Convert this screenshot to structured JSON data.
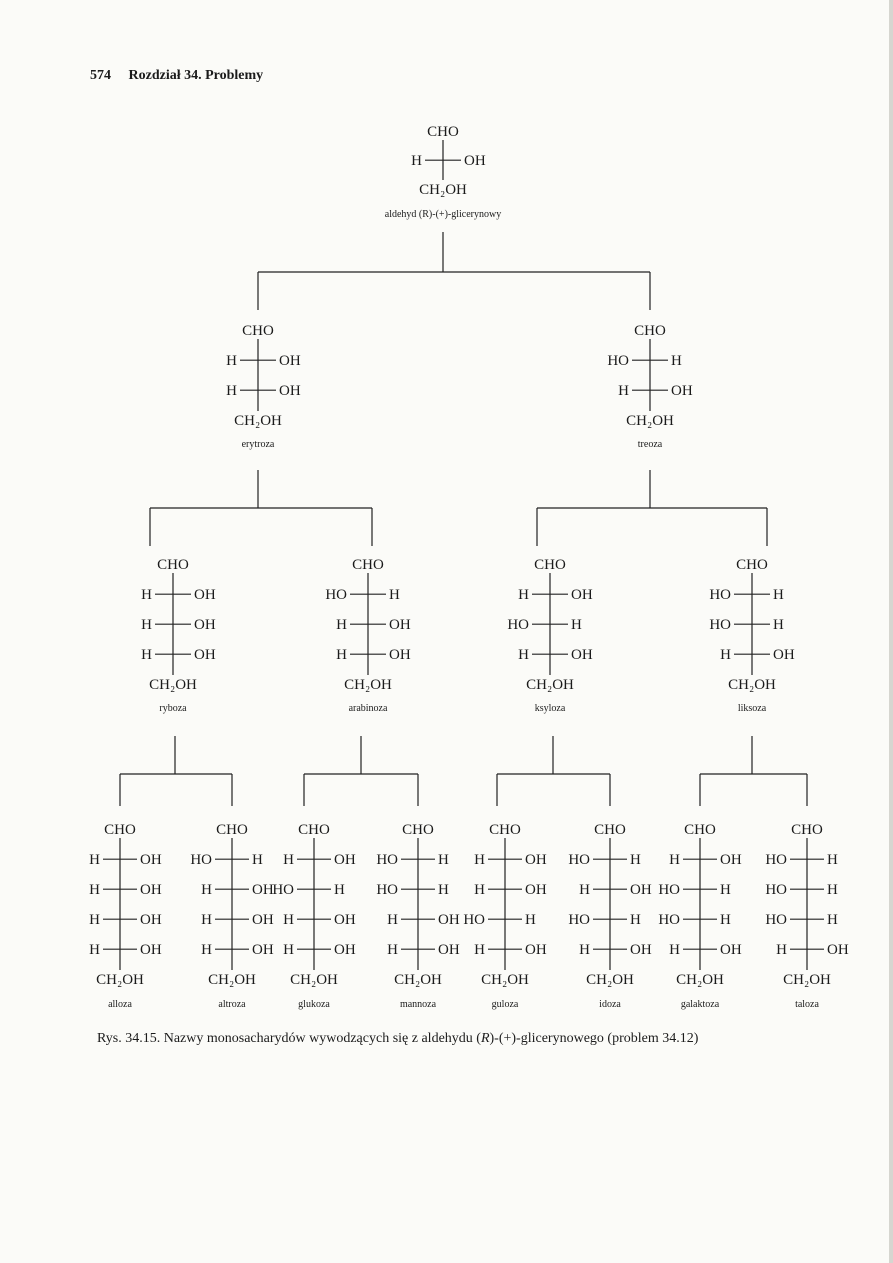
{
  "header": {
    "page_number": "574",
    "chapter": "Rozdział 34. Problemy"
  },
  "root": {
    "top": "CHO",
    "rows": [
      [
        "H",
        "OH"
      ]
    ],
    "bottom": "CH₂OH",
    "name": "aldehyd (R)-(+)-glicerynowy"
  },
  "level1": [
    {
      "top": "CHO",
      "rows": [
        [
          "H",
          "OH"
        ],
        [
          "H",
          "OH"
        ]
      ],
      "bottom": "CH₂OH",
      "name": "erytroza"
    },
    {
      "top": "CHO",
      "rows": [
        [
          "HO",
          "H"
        ],
        [
          "H",
          "OH"
        ]
      ],
      "bottom": "CH₂OH",
      "name": "treoza"
    }
  ],
  "level2": [
    {
      "top": "CHO",
      "rows": [
        [
          "H",
          "OH"
        ],
        [
          "H",
          "OH"
        ],
        [
          "H",
          "OH"
        ]
      ],
      "bottom": "CH₂OH",
      "name": "ryboza"
    },
    {
      "top": "CHO",
      "rows": [
        [
          "HO",
          "H"
        ],
        [
          "H",
          "OH"
        ],
        [
          "H",
          "OH"
        ]
      ],
      "bottom": "CH₂OH",
      "name": "arabinoza"
    },
    {
      "top": "CHO",
      "rows": [
        [
          "H",
          "OH"
        ],
        [
          "HO",
          "H"
        ],
        [
          "H",
          "OH"
        ]
      ],
      "bottom": "CH₂OH",
      "name": "ksyloza"
    },
    {
      "top": "CHO",
      "rows": [
        [
          "HO",
          "H"
        ],
        [
          "HO",
          "H"
        ],
        [
          "H",
          "OH"
        ]
      ],
      "bottom": "CH₂OH",
      "name": "liksoza"
    }
  ],
  "level3": [
    {
      "top": "CHO",
      "rows": [
        [
          "H",
          "OH"
        ],
        [
          "H",
          "OH"
        ],
        [
          "H",
          "OH"
        ],
        [
          "H",
          "OH"
        ]
      ],
      "bottom": "CH₂OH",
      "name": "alloza"
    },
    {
      "top": "CHO",
      "rows": [
        [
          "HO",
          "H"
        ],
        [
          "H",
          "OH"
        ],
        [
          "H",
          "OH"
        ],
        [
          "H",
          "OH"
        ]
      ],
      "bottom": "CH₂OH",
      "name": "altroza"
    },
    {
      "top": "CHO",
      "rows": [
        [
          "H",
          "OH"
        ],
        [
          "HO",
          "H"
        ],
        [
          "H",
          "OH"
        ],
        [
          "H",
          "OH"
        ]
      ],
      "bottom": "CH₂OH",
      "name": "glukoza"
    },
    {
      "top": "CHO",
      "rows": [
        [
          "HO",
          "H"
        ],
        [
          "HO",
          "H"
        ],
        [
          "H",
          "OH"
        ],
        [
          "H",
          "OH"
        ]
      ],
      "bottom": "CH₂OH",
      "name": "mannoza"
    },
    {
      "top": "CHO",
      "rows": [
        [
          "H",
          "OH"
        ],
        [
          "H",
          "OH"
        ],
        [
          "HO",
          "H"
        ],
        [
          "H",
          "OH"
        ]
      ],
      "bottom": "CH₂OH",
      "name": "guloza"
    },
    {
      "top": "CHO",
      "rows": [
        [
          "HO",
          "H"
        ],
        [
          "H",
          "OH"
        ],
        [
          "HO",
          "H"
        ],
        [
          "H",
          "OH"
        ]
      ],
      "bottom": "CH₂OH",
      "name": "idoza"
    },
    {
      "top": "CHO",
      "rows": [
        [
          "H",
          "OH"
        ],
        [
          "HO",
          "H"
        ],
        [
          "HO",
          "H"
        ],
        [
          "H",
          "OH"
        ]
      ],
      "bottom": "CH₂OH",
      "name": "galaktoza"
    },
    {
      "top": "CHO",
      "rows": [
        [
          "HO",
          "H"
        ],
        [
          "HO",
          "H"
        ],
        [
          "HO",
          "H"
        ],
        [
          "H",
          "OH"
        ]
      ],
      "bottom": "CH₂OH",
      "name": "taloza"
    }
  ],
  "caption": {
    "prefix": "Rys. 34.15. Nazwy monosacharydów wywodzących się z aldehydu (",
    "italic": "R",
    "suffix": ")-(+)-glicerynowego (problem 34.12)"
  }
}
